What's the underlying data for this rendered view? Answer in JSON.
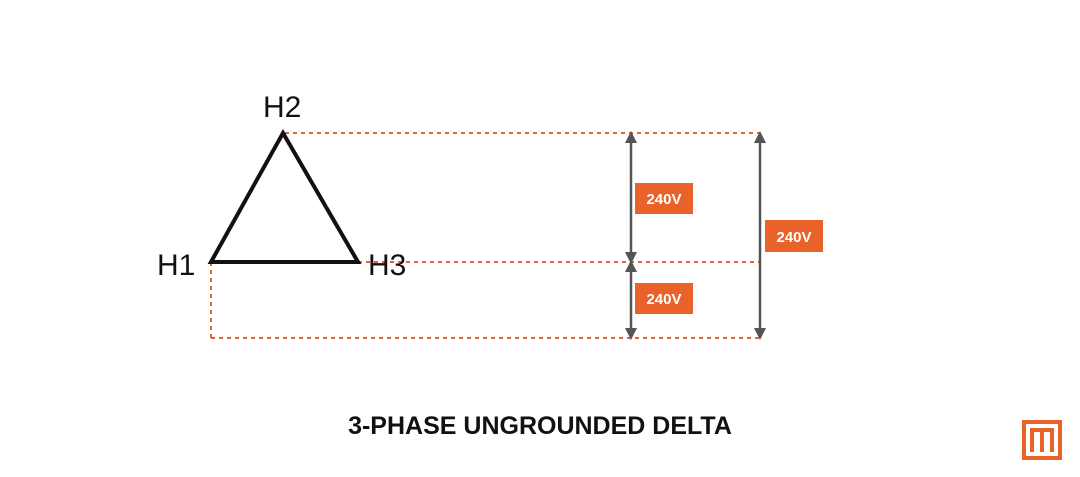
{
  "nodes": {
    "h1": "H1",
    "h2": "H2",
    "h3": "H3"
  },
  "voltages": {
    "upper_span": "240V",
    "lower_span": "240V",
    "full_span": "240V"
  },
  "caption": "3-PHASE UNGROUNDED DELTA",
  "logo_icon": "m-monogram-icon",
  "colors": {
    "accent": "#e8622a",
    "line": "#111111",
    "arrow": "#555555",
    "text": "#111111"
  }
}
